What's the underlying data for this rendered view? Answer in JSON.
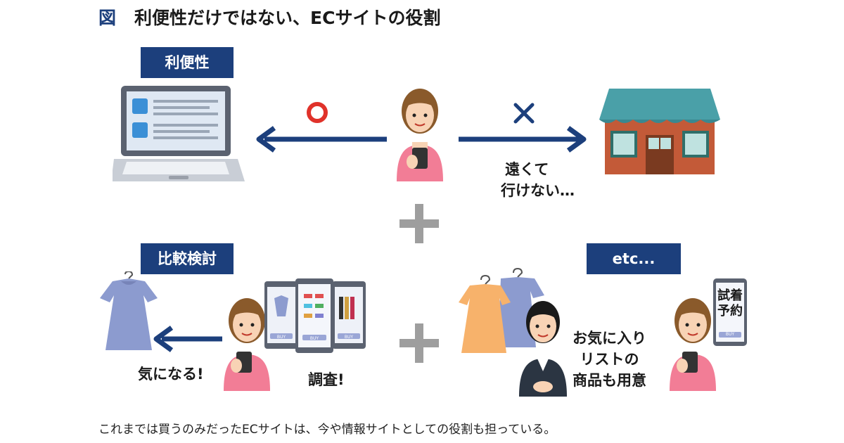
{
  "title": {
    "prefix": "図",
    "text": "利便性だけではない、ECサイトの役割"
  },
  "sections": {
    "convenience": "利便性",
    "comparison": "比較検討",
    "etc": "etc..."
  },
  "marks": {
    "good": "○",
    "bad": "×"
  },
  "texts": {
    "far_line1": "遠くて",
    "far_line2": "行けない…",
    "curious": "気になる!",
    "research": "調査!",
    "fav_line1": "お気に入り",
    "fav_line2": "リストの",
    "fav_line3": "商品も用意",
    "fitting_line1": "試着",
    "fitting_line2": "予約",
    "buy": "BUY"
  },
  "caption": "これまでは買うのみだったECサイトは、今や情報サイトとしての役割も担っている。",
  "colors": {
    "navy": "#1c3f7c",
    "red": "#e0322a",
    "plus": "#9e9e9e"
  }
}
